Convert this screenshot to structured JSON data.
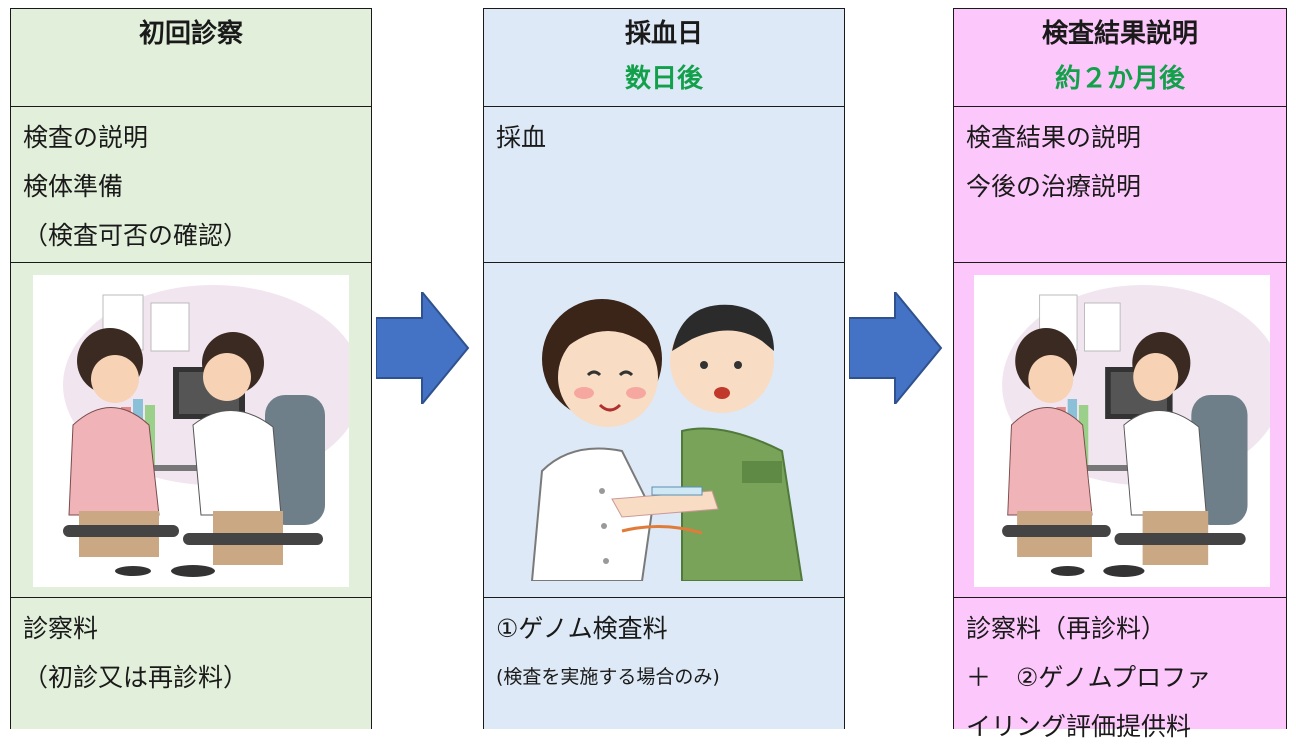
{
  "columns": [
    {
      "header": "初回診察",
      "description": [
        "検査の説明",
        "検体準備",
        "（検査可否の確認）"
      ],
      "fees": [
        "診察料",
        "（初診又は再診料）"
      ],
      "background": "#e2efda"
    },
    {
      "header": "採血日",
      "subheader": "数日後",
      "description": [
        "採血"
      ],
      "fees": [
        "①ゲノム検査料",
        "(検査を実施する場合のみ)"
      ],
      "background": "#dde9f6"
    },
    {
      "header": "検査結果説明",
      "subheader": "約２か月後",
      "description": [
        "検査結果の説明",
        "今後の治療説明"
      ],
      "fees": [
        "診察料（再診料）",
        "＋　②ゲノムプロファ",
        "イリング評価提供料"
      ],
      "background": "#fcc7fa"
    }
  ],
  "icons": [
    "doctor-consultation-illustration",
    "blood-draw-illustration",
    "right-arrow-icon"
  ],
  "colors": {
    "subheader": "#12a04a",
    "arrow": "#4472c4"
  }
}
